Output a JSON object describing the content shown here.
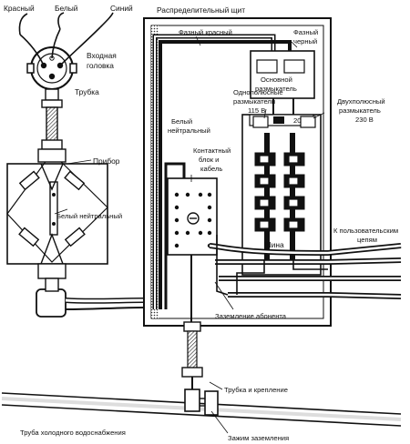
{
  "labels": {
    "red": "Красный",
    "white": "Белый",
    "blue": "Синий",
    "entry_head_1": "Входная",
    "entry_head_2": "головка",
    "tube": "Трубка",
    "meter": "Прибор",
    "white_neutral_lower": "Белый нейтральный",
    "panel_title": "Распределительный щит",
    "phase_red": "Фазный красный",
    "phase_black_1": "Фазный",
    "phase_black_2": "черный",
    "main_breaker_1": "Основной",
    "main_breaker_2": "размыкатель",
    "single_pole_1": "Однополюсные",
    "single_pole_2": "размыкатели",
    "single_pole_3": "115 В",
    "double_pole_1": "Двухполюсный",
    "double_pole_2": "размыкатель",
    "double_pole_3": "230 В",
    "white_neutral_1": "Белый",
    "white_neutral_2": "нейтральный",
    "contact_block_1": "Контактный",
    "contact_block_2": "блок и",
    "contact_block_3": "кабель",
    "bus": "Шина",
    "user_circuits_1": "К пользовательским",
    "user_circuits_2": "цепям",
    "subscriber_ground": "Заземление абонента",
    "tube_mount": "Трубка и крепление",
    "cold_water_pipe": "Труба холодного водоснабжения",
    "ground_clamp": "Зажим заземления",
    "breaker_rating": "20"
  },
  "colors": {
    "ink": "#111111",
    "paper": "#ffffff",
    "shade": "#555555"
  }
}
